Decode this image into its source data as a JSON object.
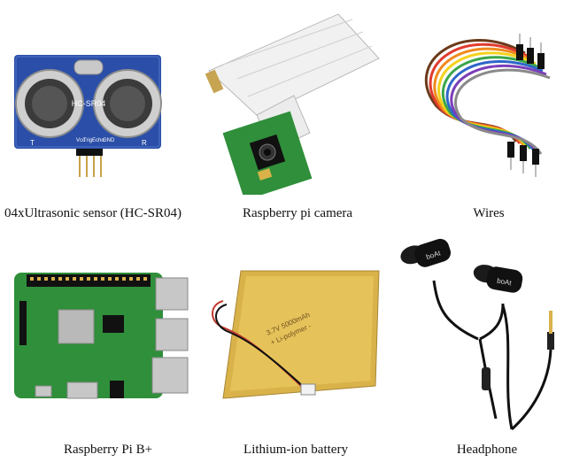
{
  "components": [
    {
      "caption": "04xUltrasonic sensor (HC-SR04)",
      "icon": "ultrasonic-sensor",
      "board_text": "HC-SR04",
      "pin_labels": [
        "Vcc",
        "Trig",
        "Echo",
        "GND"
      ],
      "side_labels": [
        "T",
        "R"
      ]
    },
    {
      "caption": "Raspberry pi camera",
      "icon": "camera-module"
    },
    {
      "caption": "Wires",
      "icon": "jumper-wires"
    },
    {
      "caption": "Raspberry Pi B+",
      "icon": "raspberry-pi-board"
    },
    {
      "caption": "Lithium-ion battery",
      "icon": "lipo-battery"
    },
    {
      "caption": "Headphone",
      "icon": "earphones",
      "brand": "boAt"
    }
  ],
  "colors": {
    "sensor_board": "#2b4fa8",
    "pcb_green": "#2f8f3a",
    "battery_gold": "#d9b24a",
    "cable_black": "#111111"
  }
}
